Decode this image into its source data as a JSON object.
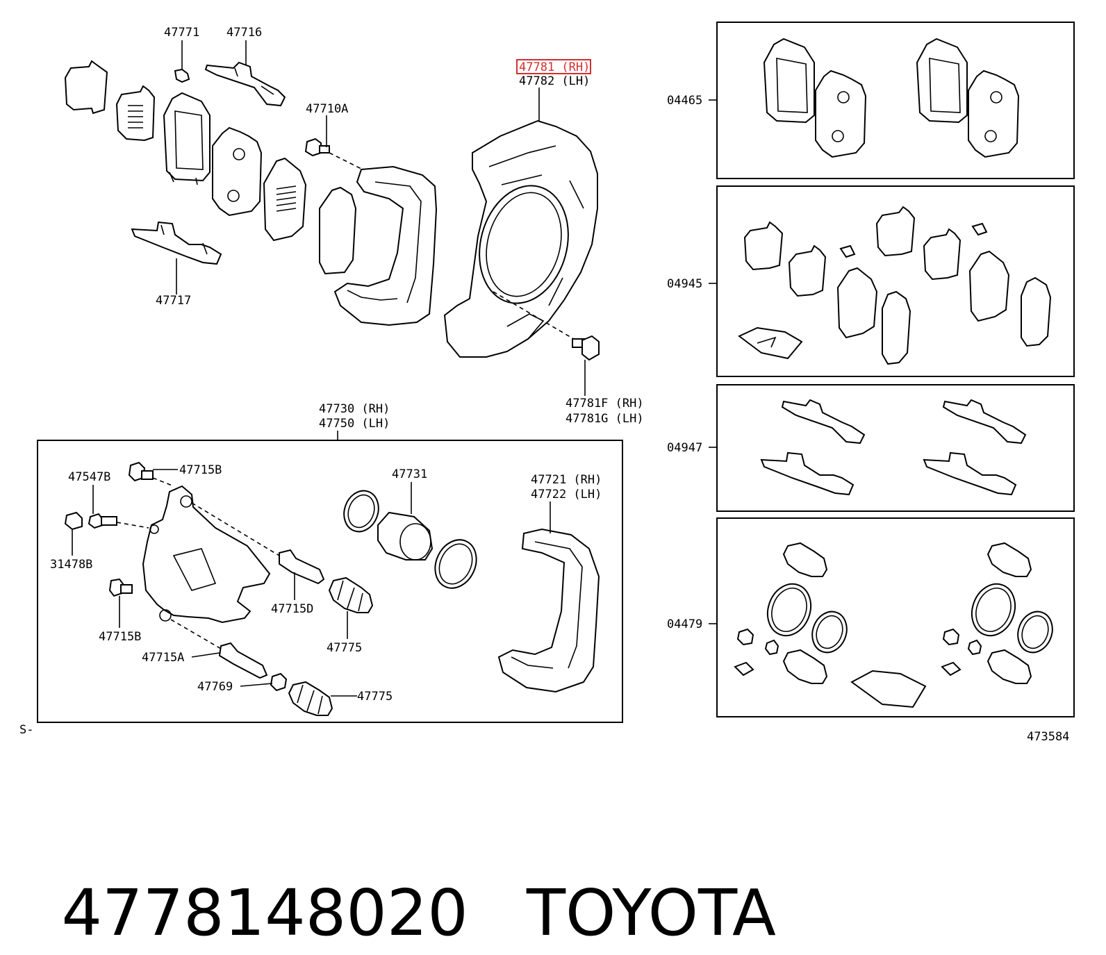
{
  "highlight_color": "#d32f2f",
  "labels": {
    "l47771": "47771",
    "l47716": "47716",
    "l47781rh": "47781 (RH)",
    "l47782lh": "47782 (LH)",
    "l47710a": "47710A",
    "l47717": "47717",
    "l47781f": "47781F (RH)",
    "l47781g": "47781G (LH)",
    "l47730": "47730 (RH)",
    "l47750": "47750 (LH)",
    "l47547b": "47547B",
    "l47715b_top": "47715B",
    "l31478b": "31478B",
    "l47731": "47731",
    "l47721": "47721 (RH)",
    "l47722": "47722 (LH)",
    "l47715d": "47715D",
    "l47775_mid": "47775",
    "l47715b_bot": "47715B",
    "l47715a": "47715A",
    "l47769": "47769",
    "l47775_bot": "47775",
    "l04465": "04465",
    "l04945": "04945",
    "l04947": "04947",
    "l04479": "04479",
    "s_mark": "S-",
    "ref_number": "473584"
  },
  "caption": {
    "part_number": "4778148020",
    "brand": "TOYOTA"
  }
}
